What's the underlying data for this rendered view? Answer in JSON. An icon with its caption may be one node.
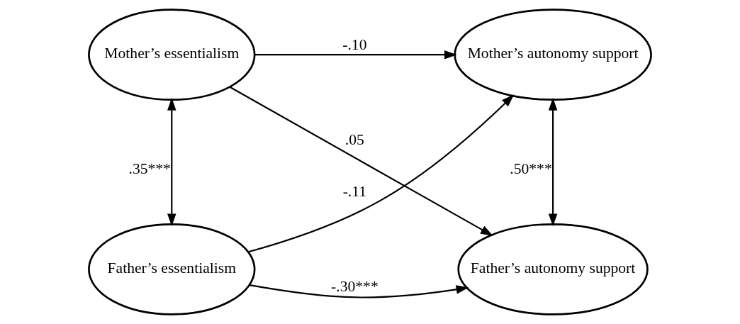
{
  "diagram": {
    "nodes": [
      {
        "text": [
          "Mother’s essentialism"
        ]
      },
      {
        "text": [
          "Father’s essentialism"
        ]
      },
      {
        "text": [
          "Mother’s autonomy support"
        ]
      },
      {
        "text": [
          "Father’s autonomy support"
        ]
      }
    ],
    "edges": [
      {
        "from": 0,
        "to": 1,
        "arrow": "both",
        "label": ".35***"
      },
      {
        "from": 0,
        "to": 2,
        "arrow": "to",
        "label": "-.10"
      },
      {
        "from": 0,
        "to": 3,
        "arrow": "to",
        "label": ".05"
      },
      {
        "from": 1,
        "to": 2,
        "arrow": "to",
        "label": "-.11"
      },
      {
        "from": 1,
        "to": 3,
        "arrow": "to",
        "label": "-.30***"
      },
      {
        "from": 2,
        "to": 3,
        "arrow": "both",
        "label": ".50***"
      }
    ]
  }
}
